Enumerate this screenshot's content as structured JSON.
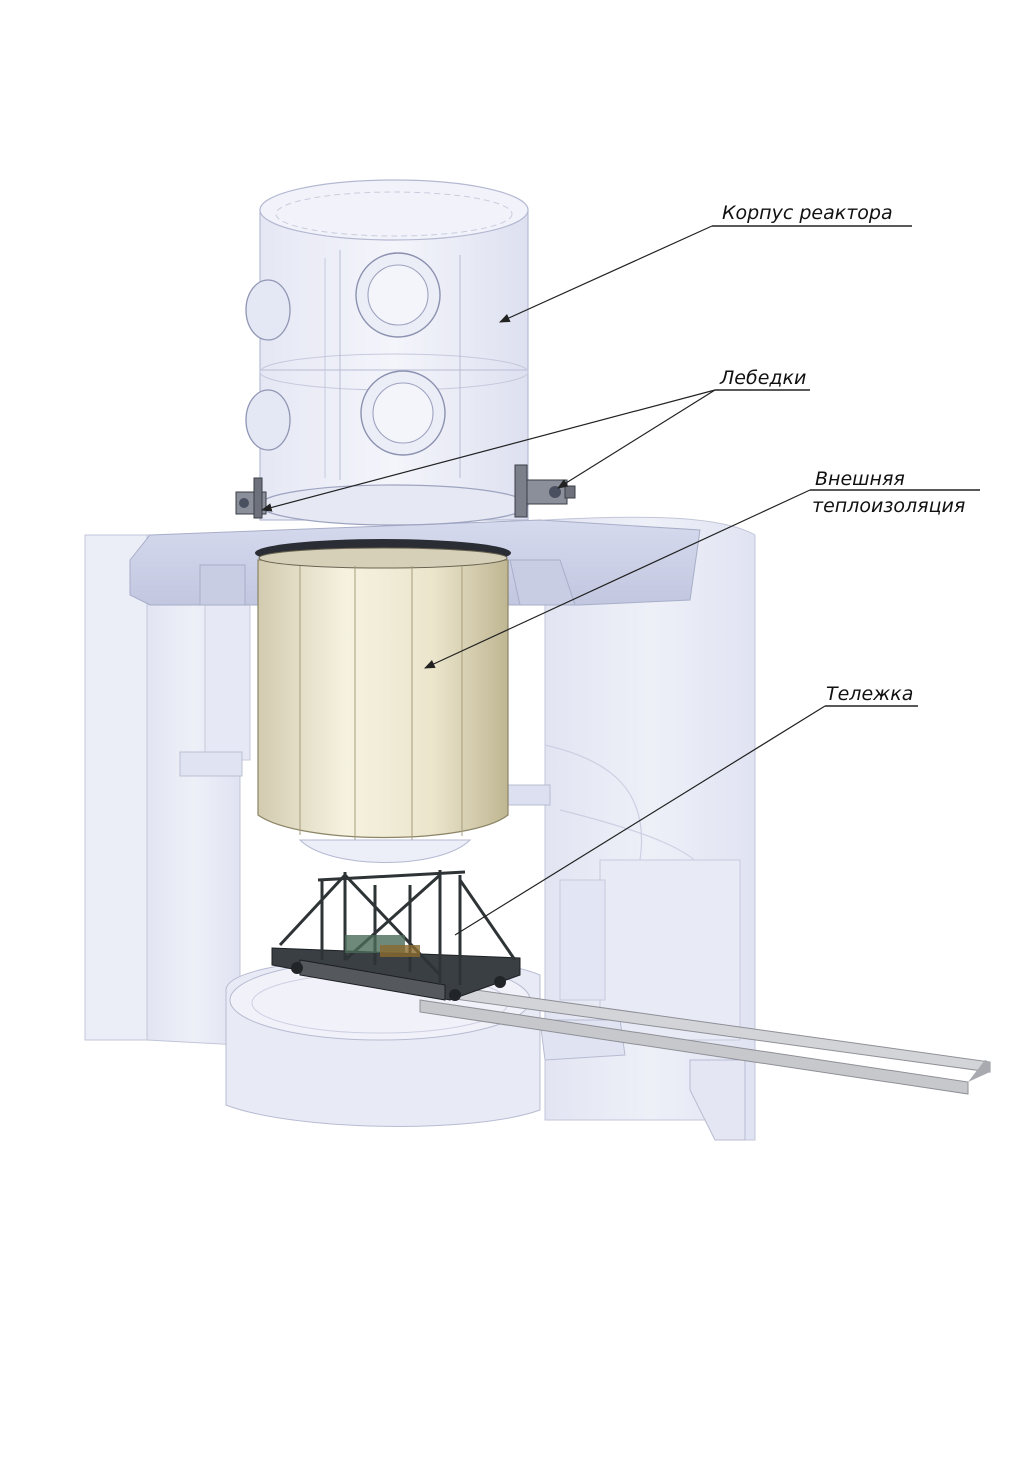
{
  "labels": {
    "vessel": "Корпус реактора",
    "winches": "Лебедки",
    "insulation_line1": "Внешняя",
    "insulation_line2": "теплоизоляция",
    "cart": "Тележка"
  },
  "colors": {
    "background": "#ffffff",
    "concrete_glass": "#e6e8f4",
    "concrete_edge": "#b4b8cc",
    "vessel_glass": "#eceef8",
    "insulation_light": "#f4f0dc",
    "insulation_dark": "#c8bfa0",
    "cart_frame": "#2e3336",
    "rails": "#c4c6ca",
    "text": "#111111"
  }
}
